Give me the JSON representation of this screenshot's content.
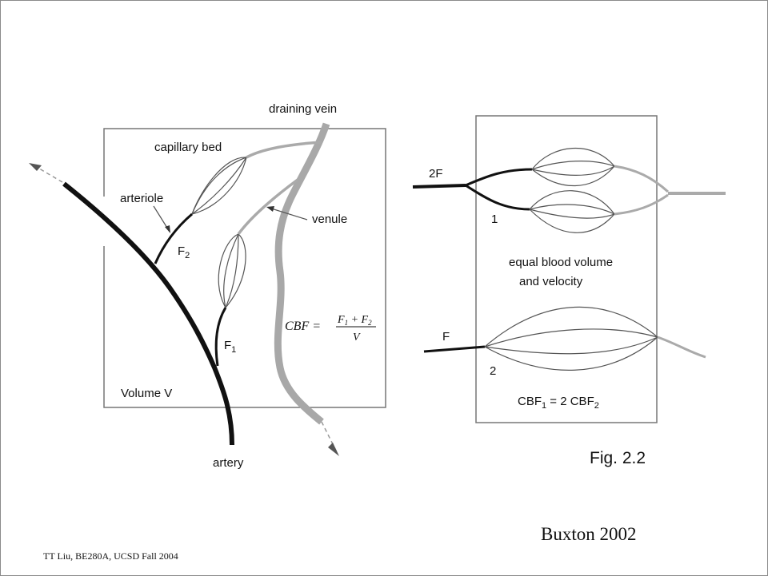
{
  "labels": {
    "draining_vein": "draining vein",
    "capillary_bed": "capillary bed",
    "arteriole": "arteriole",
    "venule": "venule",
    "f2": "F",
    "f2_sub": "2",
    "f1": "F",
    "f1_sub": "1",
    "volume": "Volume V",
    "artery": "artery",
    "two_f": "2F",
    "one": "1",
    "equal_line1": "equal blood volume",
    "equal_line2": "and velocity",
    "f": "F",
    "two": "2",
    "cbf_rel_a": "CBF",
    "cbf_rel_sub1": "1",
    "cbf_rel_b": " = 2 CBF",
    "cbf_rel_sub2": "2"
  },
  "formula": {
    "lhs": "CBF =",
    "num_a": "F",
    "num_a_sub": "1",
    "num_plus": " + F",
    "num_b_sub": "2",
    "den": "V"
  },
  "figure_label": "Fig. 2.2",
  "citation": "Buxton 2002",
  "footer": "TT Liu, BE280A, UCSD Fall 2004"
}
